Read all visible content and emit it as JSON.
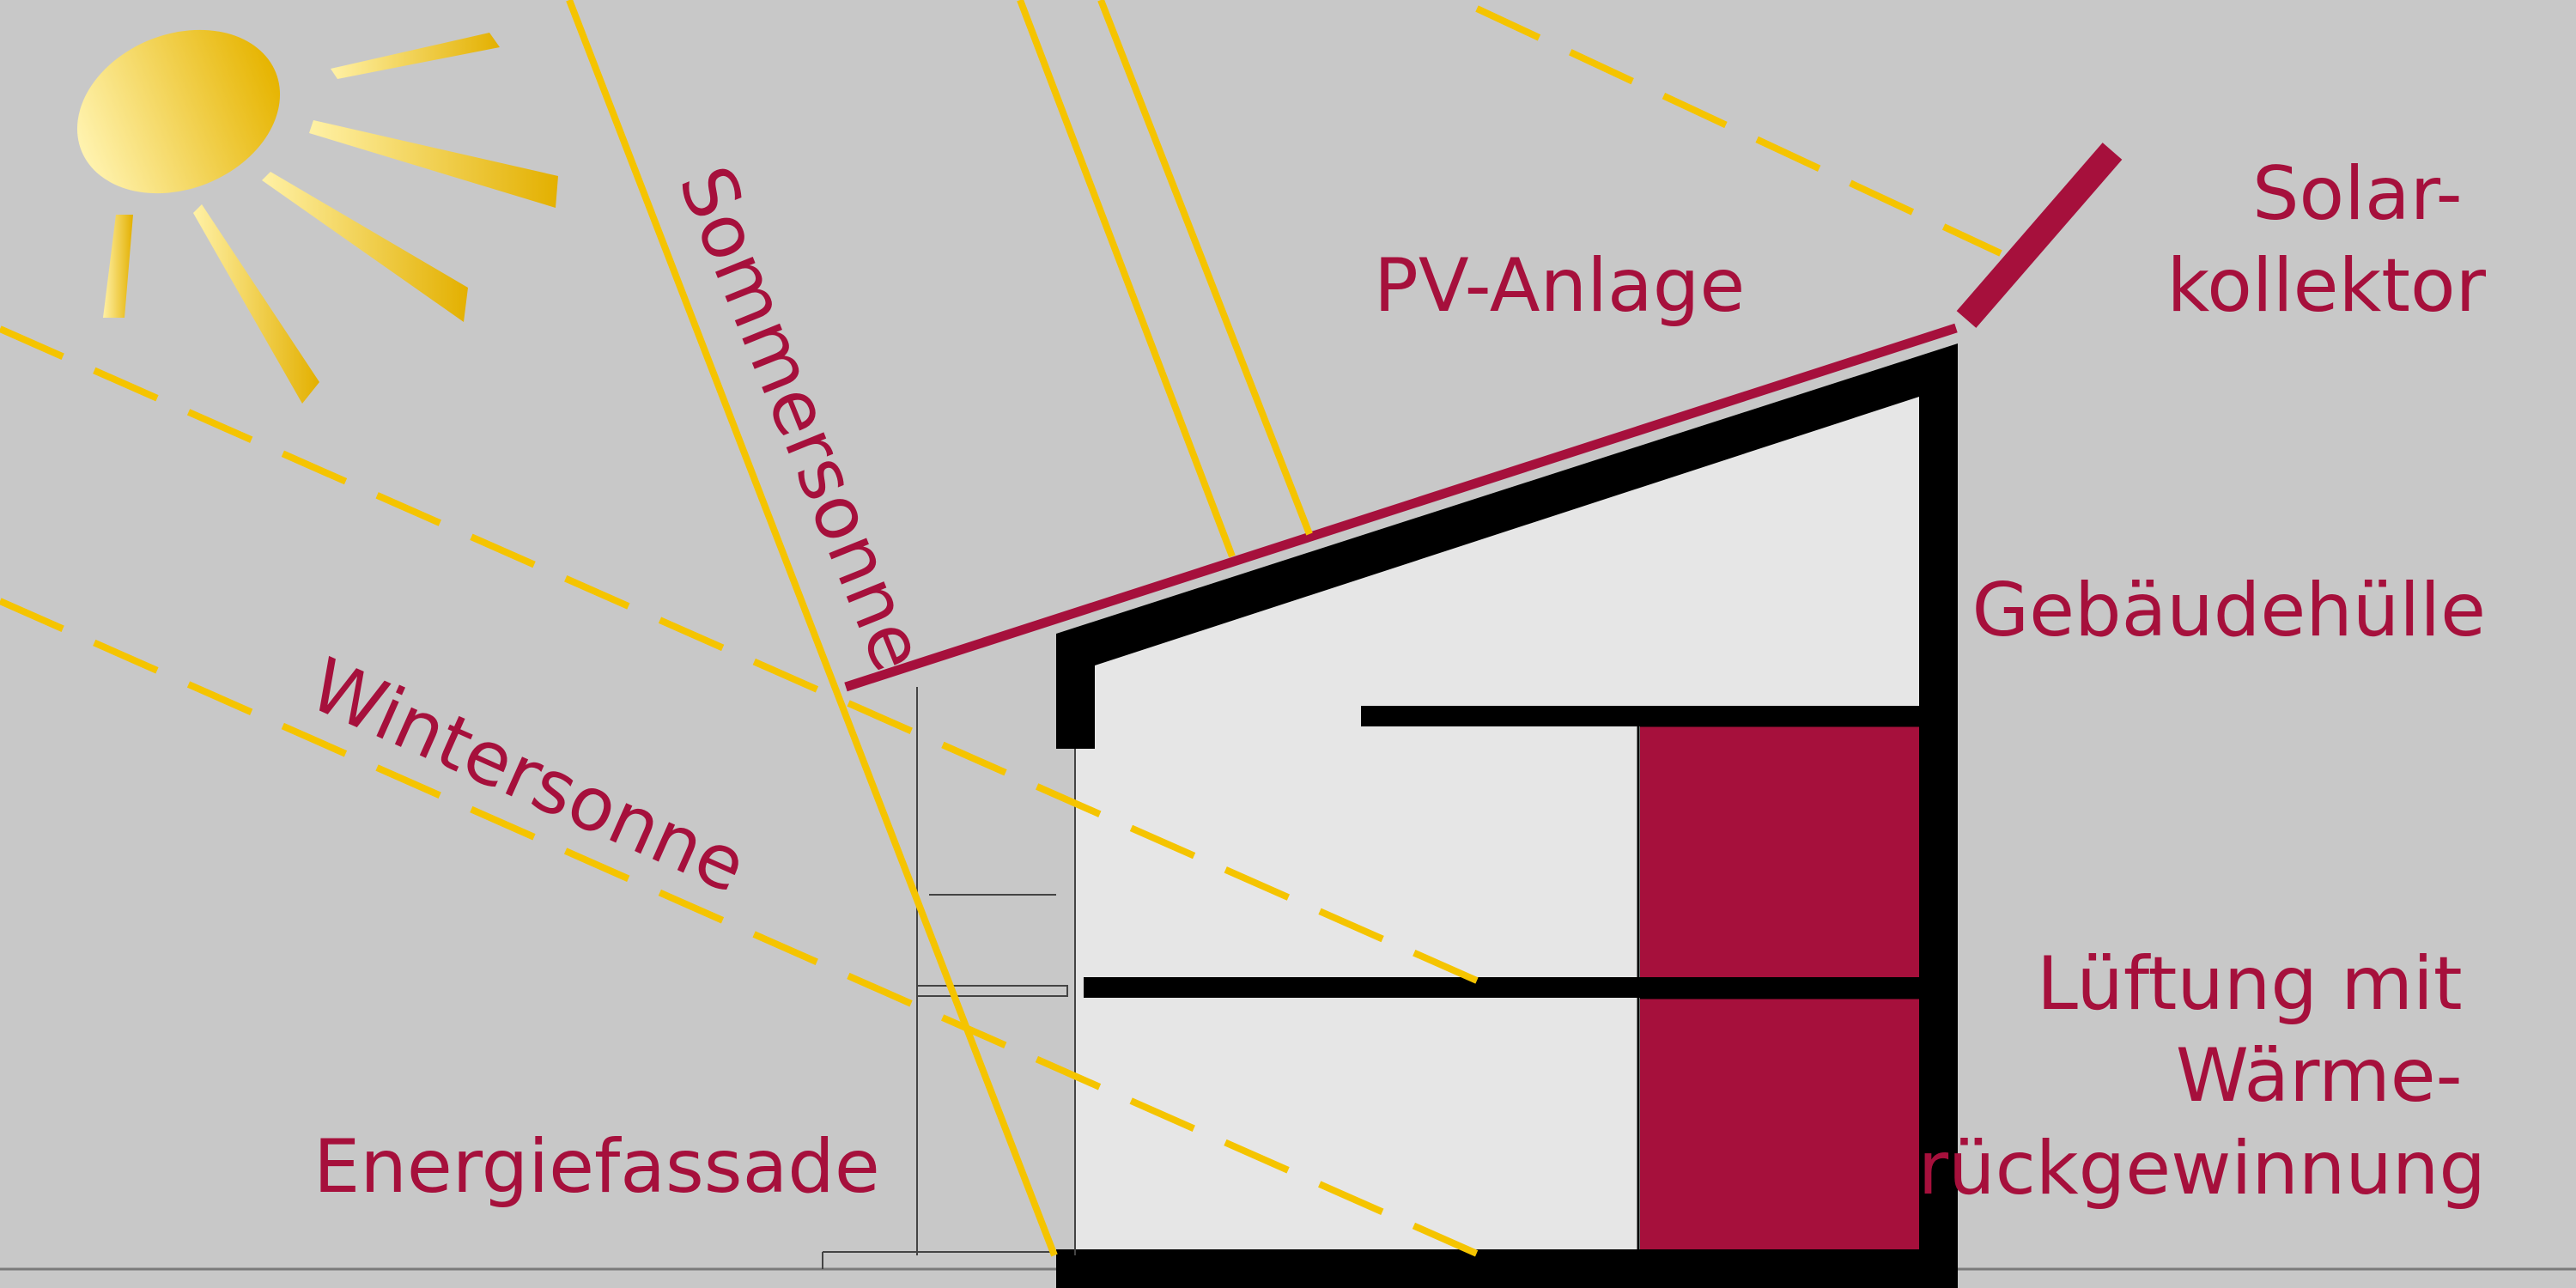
{
  "labels": {
    "solar_collector": [
      "Solar-",
      "kollektor"
    ],
    "pv_system": "PV-Anlage",
    "building_envelope": "Gebäudehülle",
    "ventilation": [
      "Lüftung mit",
      "Wärme-",
      "rückgewinnung"
    ],
    "energy_facade": "Energiefassade",
    "summer_sun": "Sommersonne",
    "winter_sun": "Wintersonne"
  },
  "colors": {
    "background": "#c8c8c8",
    "interior": "#e6e6e6",
    "accent": "#a6103c",
    "sun_ray": "#f5c400",
    "wall": "#000000"
  }
}
